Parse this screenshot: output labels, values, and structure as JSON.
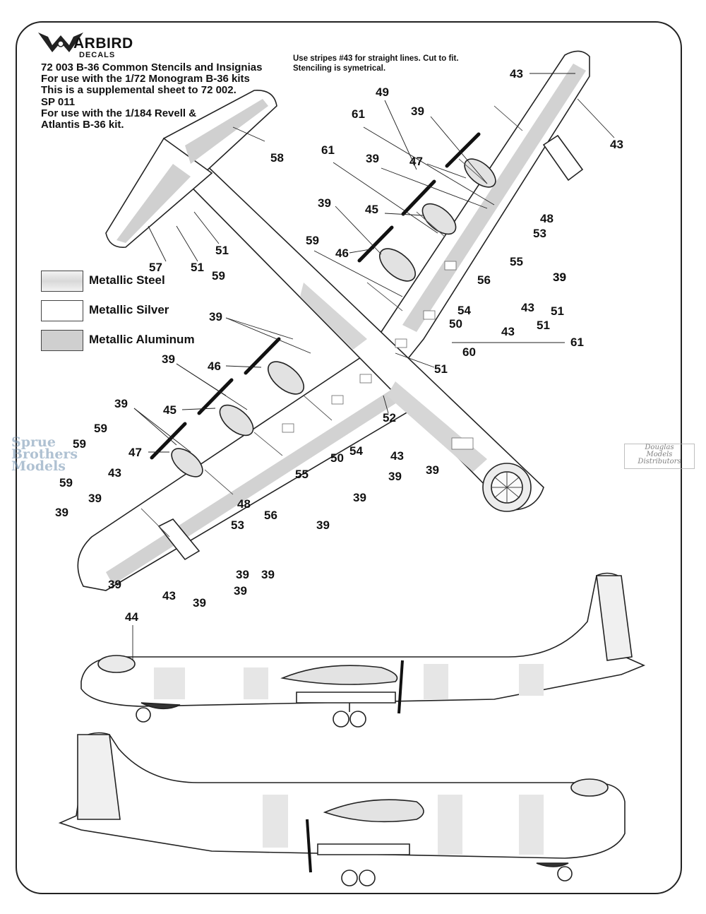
{
  "brand": {
    "name": "ARBIRD",
    "sub": "DECALS"
  },
  "header": {
    "line1": "72 003 B-36 Common Stencils and Insignias",
    "line2": "For use with the 1/72 Monogram B-36 kits",
    "line3": "This is a supplemental sheet to 72 002.",
    "line4": "SP 011",
    "line5": "For use with the 1/184 Revell &",
    "line6": "Atlantis B-36 kit."
  },
  "notes": {
    "line1": "Use stripes #43 for straight lines.  Cut to fit.",
    "line2": "Stenciling is symetrical."
  },
  "legend": [
    {
      "label": "Metallic Steel",
      "color": "#e6e6e6"
    },
    {
      "label": "Metallic Silver",
      "color": "#ffffff"
    },
    {
      "label": "Metallic Aluminum",
      "color": "#cfcfcf"
    }
  ],
  "callouts": [
    {
      "text": "43"
    },
    {
      "text": "43"
    },
    {
      "text": "49"
    },
    {
      "text": "61"
    },
    {
      "text": "39"
    },
    {
      "text": "61"
    },
    {
      "text": "39"
    },
    {
      "text": "47"
    },
    {
      "text": "58"
    },
    {
      "text": "39"
    },
    {
      "text": "45"
    },
    {
      "text": "48"
    },
    {
      "text": "53"
    },
    {
      "text": "39"
    },
    {
      "text": "59"
    },
    {
      "text": "46"
    },
    {
      "text": "55"
    },
    {
      "text": "56"
    },
    {
      "text": "39"
    },
    {
      "text": "51"
    },
    {
      "text": "57"
    },
    {
      "text": "51"
    },
    {
      "text": "59"
    },
    {
      "text": "43"
    },
    {
      "text": "51"
    },
    {
      "text": "54"
    },
    {
      "text": "51"
    },
    {
      "text": "50"
    },
    {
      "text": "43"
    },
    {
      "text": "61"
    },
    {
      "text": "39"
    },
    {
      "text": "60"
    },
    {
      "text": "39"
    },
    {
      "text": "46"
    },
    {
      "text": "51"
    },
    {
      "text": "39"
    },
    {
      "text": "45"
    },
    {
      "text": "52"
    },
    {
      "text": "59"
    },
    {
      "text": "59"
    },
    {
      "text": "47"
    },
    {
      "text": "54"
    },
    {
      "text": "43"
    },
    {
      "text": "50"
    },
    {
      "text": "39"
    },
    {
      "text": "39"
    },
    {
      "text": "55"
    },
    {
      "text": "59"
    },
    {
      "text": "39"
    },
    {
      "text": "48"
    },
    {
      "text": "43"
    },
    {
      "text": "39"
    },
    {
      "text": "56"
    },
    {
      "text": "53"
    },
    {
      "text": "39"
    },
    {
      "text": "39"
    },
    {
      "text": "39"
    },
    {
      "text": "39"
    },
    {
      "text": "39"
    },
    {
      "text": "43"
    },
    {
      "text": "39"
    },
    {
      "text": "39"
    },
    {
      "text": "44"
    }
  ],
  "watermarks": {
    "left": [
      "Sprue",
      "Brothers",
      "Models"
    ],
    "right": [
      "Douglas",
      "Models",
      "Distributors"
    ]
  }
}
